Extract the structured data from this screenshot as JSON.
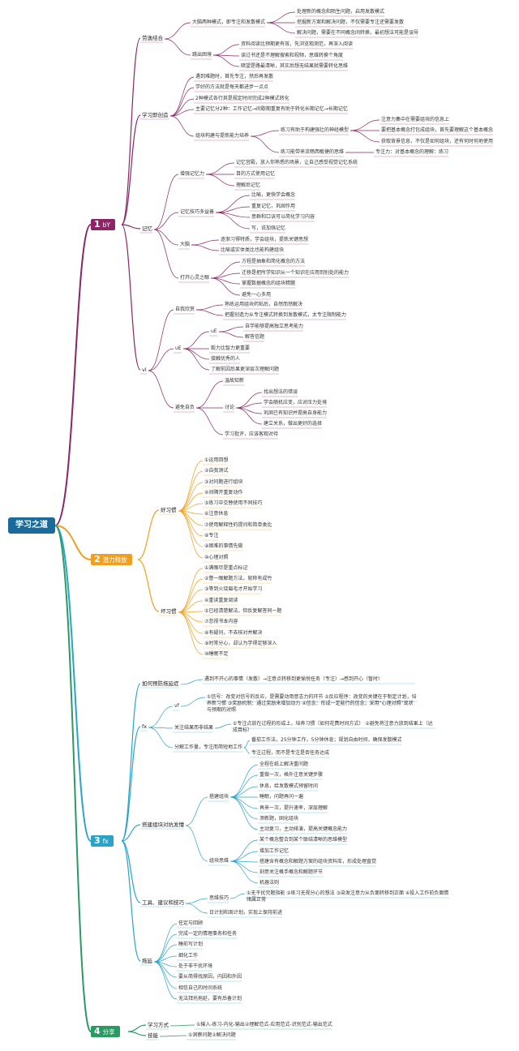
{
  "root": {
    "title": "学习之道"
  },
  "colors": {
    "root": "#1a6a9c",
    "s1": "#8a2566",
    "s2": "#f0a020",
    "s3": "#2aa3c9",
    "s4": "#2a9a62"
  },
  "s1": {
    "num": "1",
    "title": "bY"
  },
  "s2": {
    "num": "2",
    "title": "潜力释放"
  },
  "s3": {
    "num": "3",
    "title": "fx"
  },
  "s4": {
    "num": "4",
    "title": "分享"
  },
  "n": {
    "a": "劳逸结合",
    "a1": "大脑两种模式，即专注和发散模式",
    "a1a": "处理新的概念和陌生问题，启用发散模式",
    "a1b": "挖掘新方案和解决问题，不仅需要专注还需要发散",
    "a1c": "解决问题，需要在不同概念间转换，最初想法可能是误导",
    "a2": "跳出困境",
    "a2a": "资料阅读比预期更有效，先浏览观测范，再深入阅读",
    "a2b": "读过书还是不理解搜索和视频，思维转换个角度",
    "a2c": "暗望是路最清晰，其实后想无结果就需要转化思维",
    "b": "学习即创造",
    "b1": "遇到难题时，首先专注，然后再发散",
    "b2": "学好的方法就是每天都进步一点点",
    "b3": "2种模式各行其是规定时间完成2种模式转化",
    "b4": "主要记忆分2种：工作记忆→间歇期重复有助于转化长期记忆→长期记忆",
    "b5": "组块构建与提炼能力培养",
    "b5a": "练习有助于构建强壮的神经模型",
    "b5a1": "注意力集中在需要组块的信息上",
    "b5a2": "要把基本概念打包成组块，首先要理解这个基本概念",
    "b5a3": "获取背景信息，不仅是如何组块，还有何时何地使用",
    "b5b": "练习能带来流畅西敏捷的思维",
    "b5b1": "专注力：对基本概念的理解：练习",
    "c": "记忆",
    "c1": "增强记忆力",
    "c1a": "记忆宫殿，放入你熟悉的场景，让自己感受视觉记忆系统",
    "c1b": "目的方式使用记忆",
    "c1c": "理解后记忆",
    "c2": "记忆技巧多益善",
    "c2a": "比喻，更快学会概念",
    "c2b": "重复记忆，巩固作用",
    "c2c": "意群和口诀可以简化学习内容",
    "c2d": "写，说加强记忆",
    "c3": "大脑",
    "c3a": "逐渐习得特质，学会组块，提炼关键思想",
    "c3b": "比喻或实体类比也能构建组块",
    "c4": "打开心灵之眼",
    "c4a": "方程是抽象和简化概念的方法",
    "c4b": "迁移是把所学知识从一个知识在应用到别处的能力",
    "c4c": "掌握数据概念的组块精髓",
    "c4d": "避免一心多用",
    "d": "vl",
    "d1": "自我欣赏",
    "d1a": "熟练运用组块药粘后，自然而然解决",
    "d1b": "把握创造力从专注模式转换到发散模式，太专注限制能力",
    "d2": "uE",
    "d2a": "uE",
    "d2a1": "自学能够提高独立思考能力",
    "d2a2": "解答信题",
    "d2b": "毅力比智力更重要",
    "d2c": "接触优秀的人",
    "d2d": "了解前因后果更深层次理解问题",
    "d3": "避免自负",
    "d3a": "温故知新",
    "d3b": "讨论",
    "d3b1": "找出想法的错误",
    "d3b2": "学会随机应变，应对压力处境",
    "d3b3": "巩固已有知识并提高自身能力",
    "d3b4": "建立关系，做出更好的选择",
    "d3c": "学习批评，应该客观对待",
    "e": "好习惯",
    "e1": "①运用回想",
    "e2": "②自我测试",
    "e3": "③对问题进行组块",
    "e4": "④间隔开重复动作",
    "e5": "⑤练习中交替使用不同技巧",
    "e6": "⑥注意休息",
    "e7": "⑦使用解释性的提问和简单类比",
    "e8": "⑧专注",
    "e9": "⑨困难的事情先做",
    "e10": "⑩心理对照",
    "f": "坏习惯",
    "f1": "①满眼尽是重点标记",
    "f2": "②瞥一眼解题方法，就称有成竹",
    "f3": "③等到火烧眉毛才开始学习",
    "f4": "④重读重复阅读",
    "f5": "⑤已经清楚解法，但反复解答同一题",
    "f6": "⑦忽视书本内容",
    "f7": "⑧有疑问，不去核对并解决",
    "f8": "⑨时常分心，却认为学得足够深入",
    "f9": "⑩睡眠不足",
    "g": "如何预防拖延症",
    "g1": "遇到不开心的事情（发散）→注意点转移到更愉悦任务（专注）→感到开心（暂时）",
    "h": "fx",
    "h1": "vf",
    "h1a": "①信号：改变对信号的反应，是需要动用意志力的环节 ②反应程序：改变的关键在于制定计划，培养新习惯 ③奖励机制：通过奖励来增加动力 ④信念：形成一定能行的信念；采用“心理对照”现状与预期的对照",
    "h2": "关注结果而非结果",
    "h2a": "①专注点放在过程的形成上，培养习惯（如何花费时间方式） ②避免将注意力放到结果上（达成目标）",
    "h3": "分解工作量，专注而简短地工作",
    "h3a": "番茄工作法，25分钟工作，5分钟休息；规划自由时间，确保发散模式",
    "h3b": "专注过程，而不是专注是否任务达成",
    "i": "搭建组块对抗发懵",
    "i1": "搭建组块",
    "i1a": "全程在纸上解决重问题",
    "i1b": "重做一次，格外注意关键步骤",
    "i1c": "休息，给发散模式预留时间",
    "i1d": "睡眠，问题再问一遍",
    "i1e": "再来一次，提升速率，深层理解",
    "i1f": "添新题，固化组块",
    "i1g": "主动复习，主动排演，提高关键概念能力",
    "i2": "组块思维",
    "i2a": "某个概念整合到某个联结清晰的思维模型",
    "i2b": "增加工作记忆",
    "i2c": "搭建含有概念和解题方案的组块资料库，形成处理直觉",
    "i2d": "刻意关注概手概念和解题环节",
    "i2e": "机器法则",
    "j": "工具、建议和技巧",
    "j1": "思维技巧",
    "j1a": "①无干扰完题指能 ②练习无视分心的想法 ③染发注意力从负面转移到正面 ④投入工作前负面情绪属正常",
    "j2": "日计划和周计划，实现上保持前进",
    "k": "拖延",
    "k1": "任定与回顾",
    "k2": "完成一定的情理事务和任务",
    "k3": "睡前写计划",
    "k4": "细化工作",
    "k5": "处于非干扰环境",
    "k6": "要从简得找原因，内因和外因",
    "k7": "相信自己的时间系统",
    "k8": "无法拜托拖延，要有后备计划",
    "l": "学习方式",
    "l1": "①输入-练习-内化-输出②理解范式-应用范式-识别范式-输出范式",
    "m": "技能",
    "m1": "①洞察问题②解决问题"
  }
}
